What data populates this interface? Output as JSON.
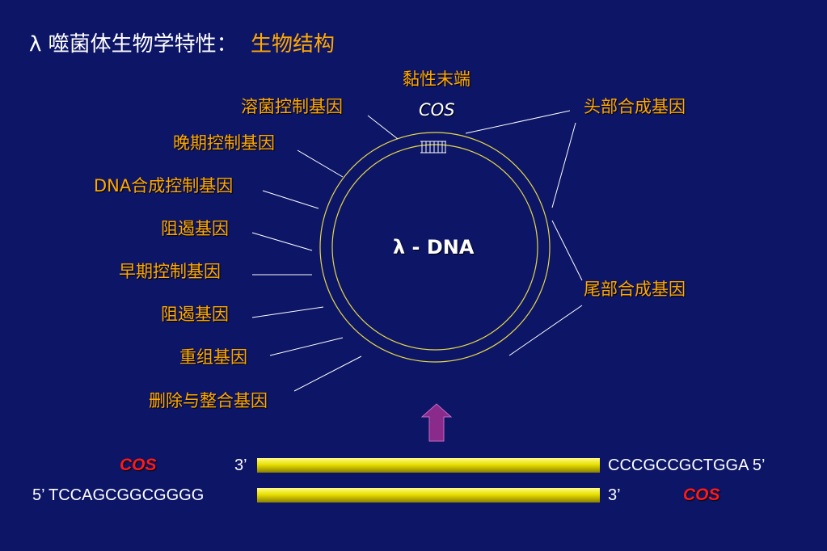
{
  "title": {
    "lambda": "λ",
    "prefix": "噬菌体生物学特性：",
    "highlight": "生物结构"
  },
  "center_label": "λ - DNA",
  "cos_top": "COS",
  "sticky_end": "黏性末端",
  "left_genes": [
    "溶菌控制基因",
    "晚期控制基因",
    "DNA合成控制基因",
    "阻遏基因",
    "早期控制基因",
    "阻遏基因",
    "重组基因",
    "删除与整合基因"
  ],
  "right_genes": [
    "头部合成基因",
    "尾部合成基因"
  ],
  "linear": {
    "top_cos": "COS",
    "top_left_end": "3’",
    "top_right": "CCCGCCGCTGGA 5’",
    "bottom_left": "5’ TCCAGCGGCGGGG",
    "bottom_right_end": "3’",
    "bottom_cos": "COS"
  },
  "colors": {
    "background": "#0d1566",
    "accent_orange": "#ffa800",
    "cos_red": "#ff1a1a",
    "circle_yellow": "#e6d84a",
    "bar_yellow": "#e8e000",
    "arrow_purple": "#8a2a8a"
  }
}
